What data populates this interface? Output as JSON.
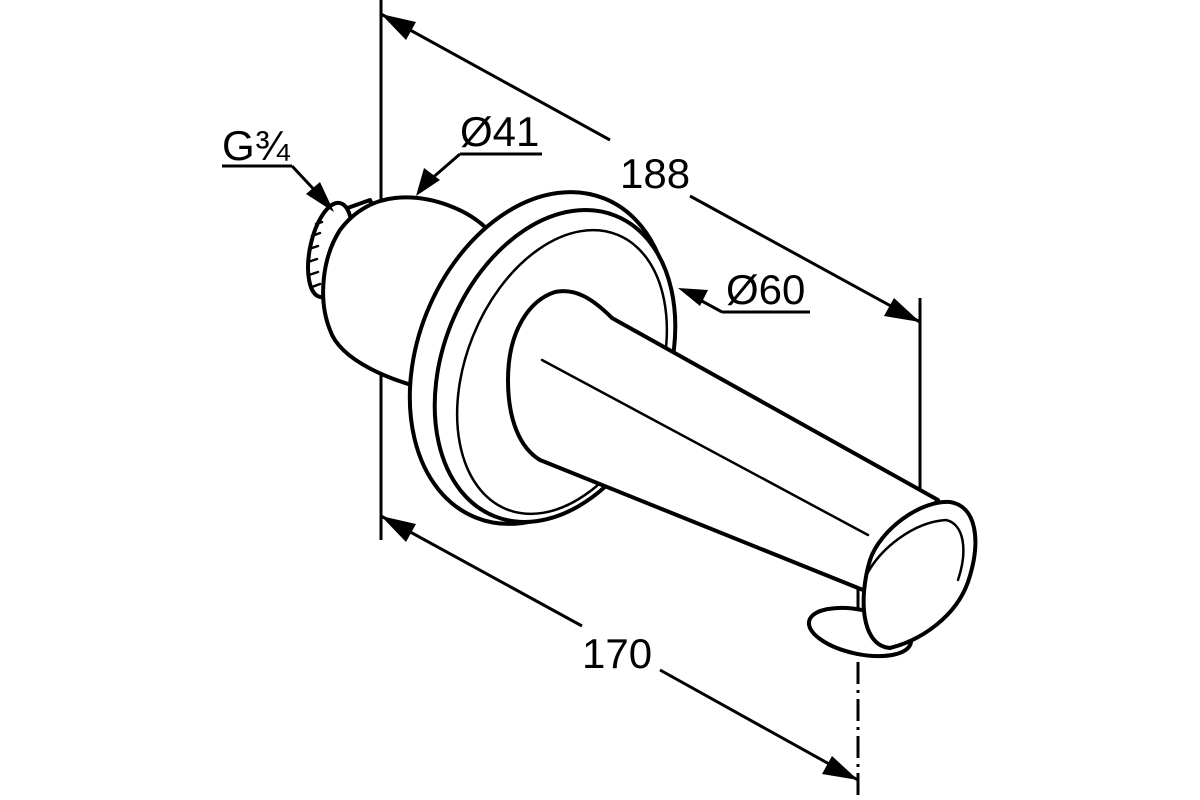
{
  "dimensions": {
    "thread": "G¾",
    "collar_diameter": "Ø41",
    "overall_length": "188",
    "rosette_diameter": "Ø60",
    "projection_length": "170"
  },
  "colors": {
    "line": "#000000",
    "background": "#ffffff"
  }
}
